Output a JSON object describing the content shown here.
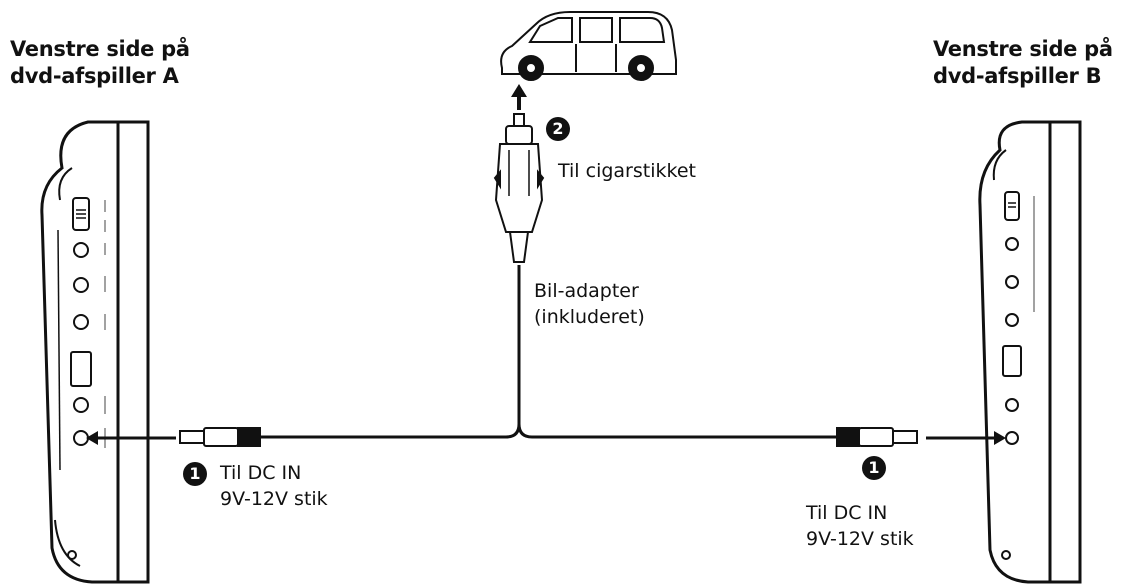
{
  "left_player": {
    "heading": [
      "Venstre side på",
      "dvd-afspiller A"
    ]
  },
  "right_player": {
    "heading": [
      "Venstre side på",
      "dvd-afspiller B"
    ]
  },
  "steps": {
    "cigar": {
      "number": "2",
      "label": "Til cigarstikket"
    },
    "dc_left": {
      "number": "1",
      "lines": [
        "Til DC IN",
        "9V-12V stik"
      ]
    },
    "dc_right": {
      "number": "1",
      "lines": [
        "Til DC IN",
        "9V-12V stik"
      ]
    }
  },
  "adapter": {
    "lines": [
      "Bil-adapter",
      "(inkluderet)"
    ]
  },
  "icons": {
    "car": "car-icon",
    "plug": "car-adapter-plug-icon",
    "barrel": "dc-barrel-plug-icon"
  },
  "colors": {
    "ink": "#111111",
    "panel": "#f2f2f2"
  }
}
